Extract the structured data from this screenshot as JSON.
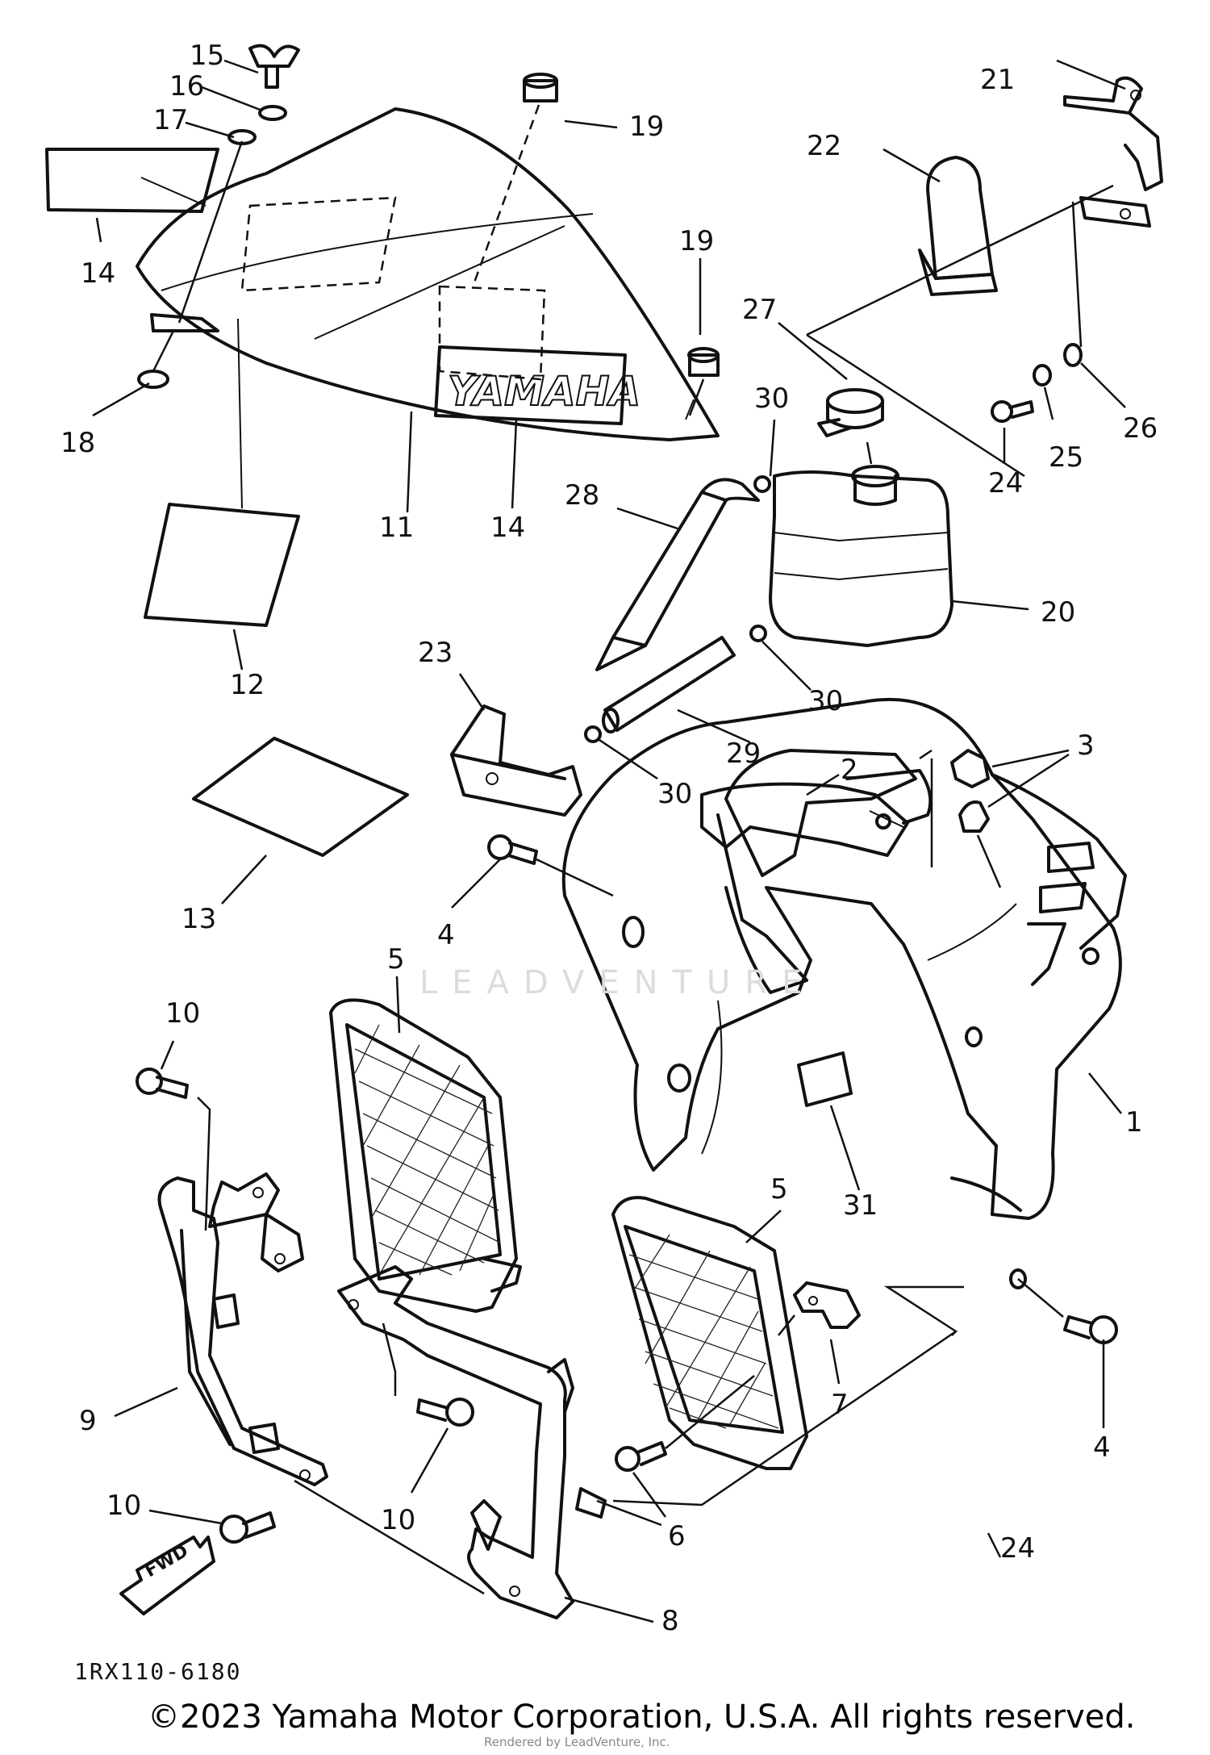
{
  "diagram": {
    "brand_decal_text": "YAMAHA",
    "fwd_arrow_label": "FWD",
    "diagram_code": "1RX110-6180",
    "copyright": "©2023 Yamaha Motor Corporation, U.S.A. All rights reserved.",
    "watermark": "LEADVENTURE",
    "credit": "Rendered by LeadVenture, Inc.",
    "callouts": {
      "c1": "1",
      "c2": "2",
      "c3": "3",
      "c4a": "4",
      "c4b": "4",
      "c5a": "5",
      "c5b": "5",
      "c6": "6",
      "c7": "7",
      "c8": "8",
      "c9": "9",
      "c10a": "10",
      "c10b": "10",
      "c10c": "10",
      "c11": "11",
      "c12": "12",
      "c13": "13",
      "c14a": "14",
      "c14b": "14",
      "c15": "15",
      "c16": "16",
      "c17": "17",
      "c18": "18",
      "c19a": "19",
      "c19b": "19",
      "c20": "20",
      "c21": "21",
      "c22": "22",
      "c23": "23",
      "c24": "24",
      "c25": "25",
      "c26": "26",
      "c27": "27",
      "c28": "28",
      "c29": "29",
      "c30a": "30",
      "c30b": "30",
      "c30c": "30",
      "c31": "31"
    }
  }
}
